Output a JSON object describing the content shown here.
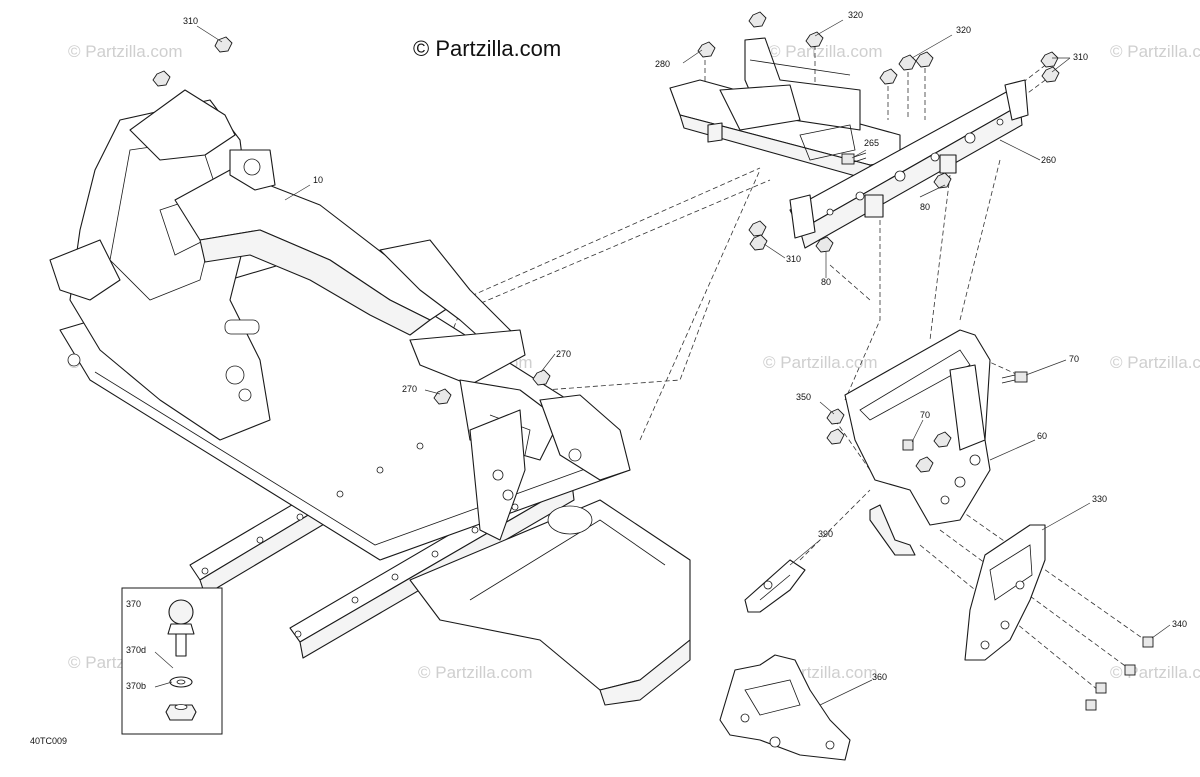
{
  "brand": {
    "copyright": "© Partzilla.com"
  },
  "watermark": {
    "text": "© Partzilla.com"
  },
  "diagram_code": "40TC009",
  "callouts": {
    "c310a": "310",
    "c320a": "320",
    "c320b": "320",
    "c280": "280",
    "c310b": "310",
    "c10": "10",
    "c265": "265",
    "c260": "260",
    "c80a": "80",
    "c310c": "310",
    "c80b": "80",
    "c270a": "270",
    "c270b": "270",
    "c70a": "70",
    "c350": "350",
    "c70b": "70",
    "c60": "60",
    "c330": "330",
    "c390": "390",
    "c340": "340",
    "c360": "360"
  },
  "inset": {
    "c370": "370",
    "c370d": "370d",
    "c370b": "370b"
  }
}
